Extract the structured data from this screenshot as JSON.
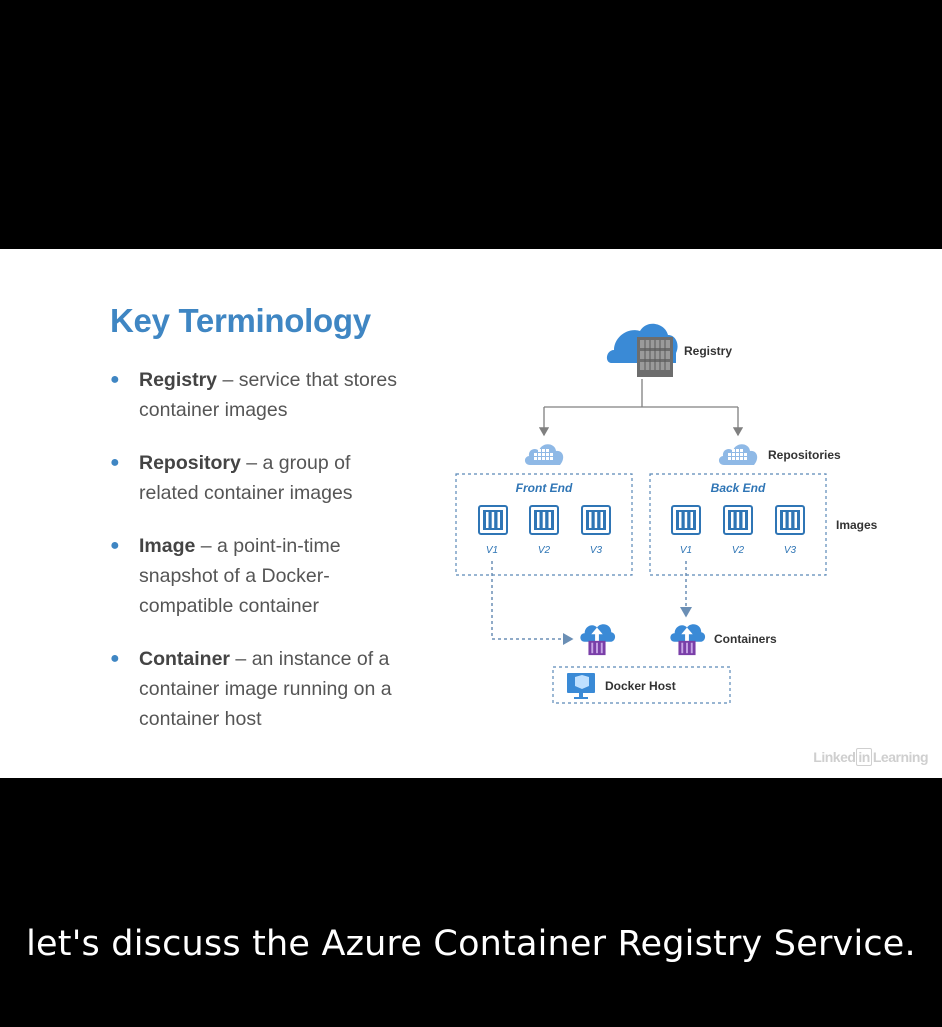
{
  "slide": {
    "title": "Key Terminology",
    "terms": [
      {
        "term": "Registry",
        "definition": " – service that stores container images"
      },
      {
        "term": "Repository",
        "definition": " – a group of related container images"
      },
      {
        "term": "Image",
        "definition": " – a point-in-time snapshot of a Docker-compatible container"
      },
      {
        "term": "Container",
        "definition": " – an instance of a container image running on a container host"
      }
    ],
    "watermark": {
      "left": "Linked",
      "mid": "in",
      "right": "Learning"
    }
  },
  "diagram": {
    "registry_label": "Registry",
    "repositories_label": "Repositories",
    "images_label": "Images",
    "containers_label": "Containers",
    "docker_host_label": "Docker Host",
    "repos": [
      {
        "name": "Front End",
        "versions": [
          "V1",
          "V2",
          "V3"
        ]
      },
      {
        "name": "Back End",
        "versions": [
          "V1",
          "V2",
          "V3"
        ]
      }
    ]
  },
  "colors": {
    "accent": "#3f86c3",
    "cloud": "#3a8ad6",
    "dashed": "#5b89b7",
    "container_purple": "#7a3fa8"
  },
  "caption": "let's discuss the Azure Container Registry Service."
}
